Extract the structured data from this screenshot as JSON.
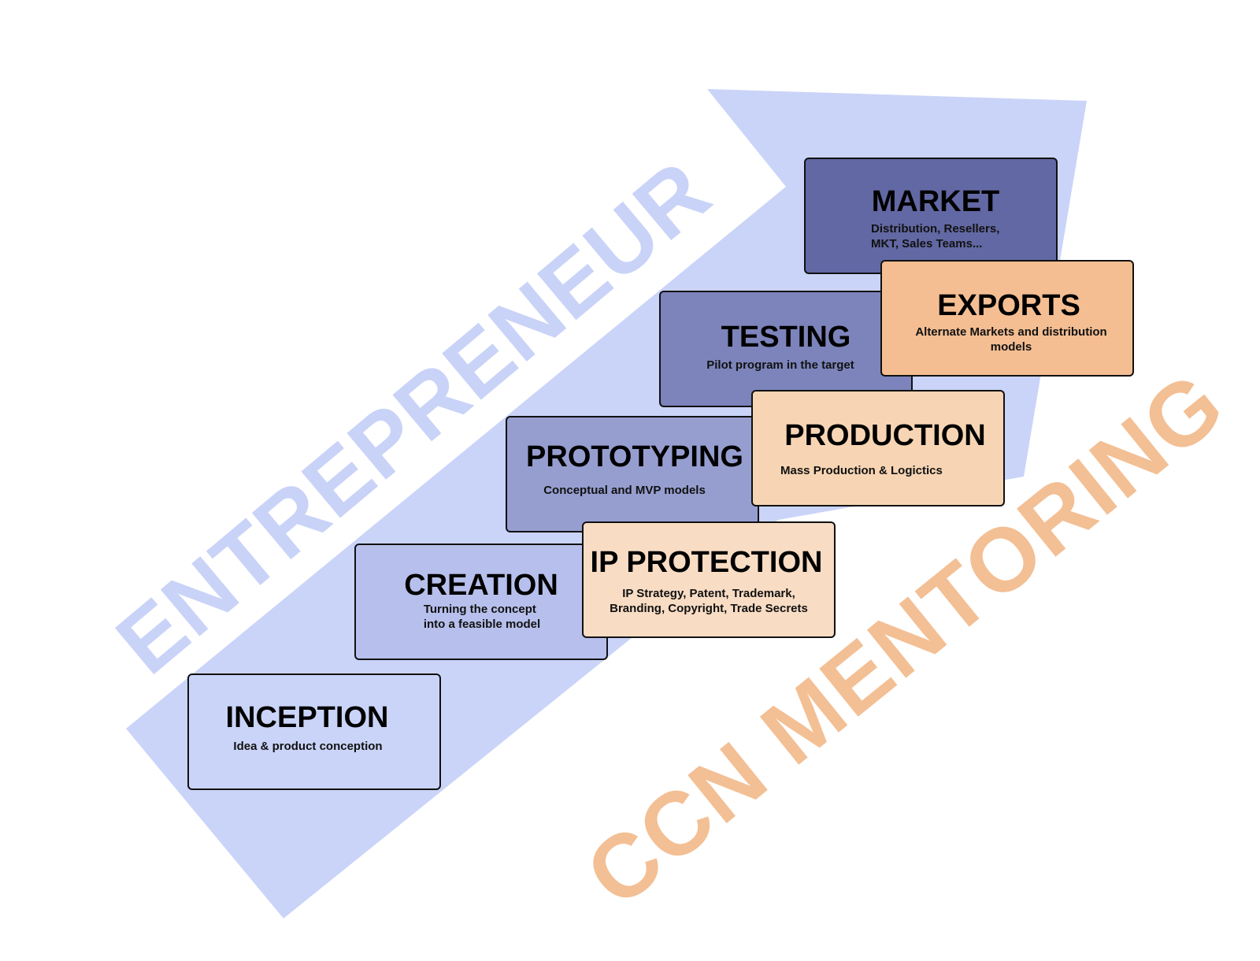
{
  "watermarks": {
    "left": "ENTREPRENEUR",
    "right": "CCN MENTORING"
  },
  "colors": {
    "arrow": "#cad4f8",
    "market": "#6268a3",
    "testing": "#7c84bb",
    "prototyping": "#969ed0",
    "creation": "#b7c0ec",
    "inception": "#cad4f8",
    "exports": "#f4be92",
    "production": "#f7d5b4",
    "ip": "#f8dcc4"
  },
  "steps": {
    "inception": {
      "title": "INCEPTION",
      "subtitle": "Idea & product conception"
    },
    "creation": {
      "title": "CREATION",
      "subtitle": "Turning the concept\ninto a feasible model"
    },
    "ip": {
      "title": "IP PROTECTION",
      "subtitle": "IP Strategy, Patent, Trademark,\nBranding, Copyright, Trade Secrets"
    },
    "prototyping": {
      "title": "PROTOTYPING",
      "subtitle": "Conceptual and MVP models"
    },
    "production": {
      "title": "PRODUCTION",
      "subtitle": "Mass Production & Logictics"
    },
    "testing": {
      "title": "TESTING",
      "subtitle": "Pilot program in the target"
    },
    "exports": {
      "title": "EXPORTS",
      "subtitle": "Alternate Markets and distribution\nmodels"
    },
    "market": {
      "title": "MARKET",
      "subtitle": "Distribution, Resellers,\nMKT, Sales Teams..."
    }
  }
}
